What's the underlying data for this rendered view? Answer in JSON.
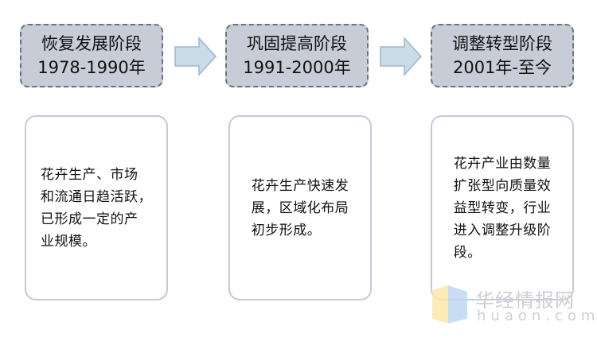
{
  "stages": [
    {
      "title": "恢复发展阶段",
      "period": "1978-1990年",
      "description": [
        "花卉生产、市场",
        "和流通日趋活跃，",
        "已形成一定的产",
        "业规模。"
      ]
    },
    {
      "title": "巩固提高阶段",
      "period": "1991-2000年",
      "description": [
        "花卉生产快速发",
        "展，区域化布局",
        "初步形成。"
      ]
    },
    {
      "title": "调整转型阶段",
      "period": "2001年-至今",
      "description": [
        "花卉产业由数量",
        "扩张型向质量效",
        "益型转变，行业",
        "进入调整升级阶",
        "段。"
      ]
    }
  ],
  "watermark": {
    "name_cn": "华经情报网",
    "name_en": "huaon.com"
  },
  "colors": {
    "stage_fill": "#c8ccd7",
    "stage_border": "#6c7182",
    "arrow_fill": "#c9dbe6",
    "arrow_stroke": "#9fb6c8",
    "card_border": "#c4c9de",
    "watermark_text": "#cfcfd2"
  }
}
